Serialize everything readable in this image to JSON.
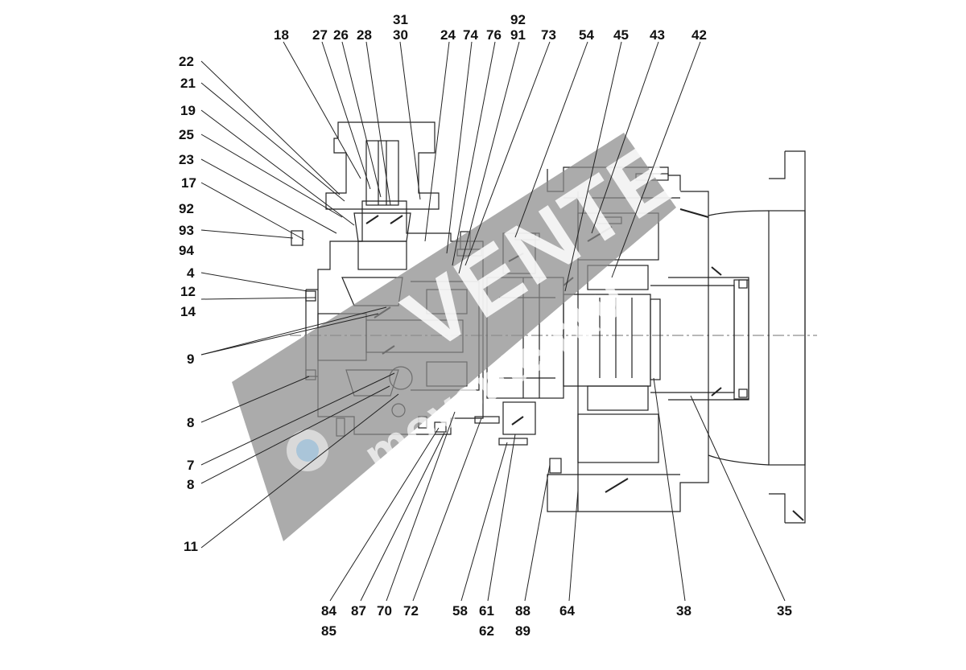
{
  "watermark": {
    "brand": "VENTE",
    "site": "movente.ru",
    "tag": "ru"
  },
  "callouts": {
    "top": [
      "18",
      "27",
      "26",
      "28",
      "31",
      "30",
      "24",
      "74",
      "76",
      "92",
      "91",
      "73",
      "54",
      "45",
      "43",
      "42"
    ],
    "left": [
      "22",
      "21",
      "19",
      "25",
      "23",
      "17",
      "92",
      "93",
      "94",
      "4",
      "12",
      "14",
      "9",
      "8",
      "7",
      "8",
      "11"
    ],
    "bottom": [
      "84",
      "85",
      "87",
      "70",
      "72",
      "58",
      "61",
      "62",
      "88",
      "89",
      "64",
      "38",
      "35"
    ]
  },
  "colors": {
    "line": "#222222",
    "watermark_band": "#8a8a8a"
  }
}
